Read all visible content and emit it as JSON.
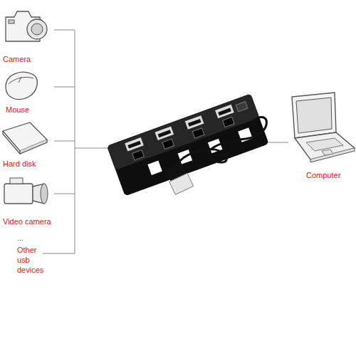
{
  "diagram": {
    "nodes": [
      {
        "text": [
          "Camera"
        ]
      },
      {
        "text": [
          "Mouse"
        ]
      },
      {
        "text": [
          "Hard disk"
        ]
      },
      {
        "text": [
          "Video camera"
        ]
      },
      {
        "text": [
          "...",
          "Other usb devices"
        ]
      },
      {
        "text": [
          "Computer"
        ]
      }
    ]
  }
}
